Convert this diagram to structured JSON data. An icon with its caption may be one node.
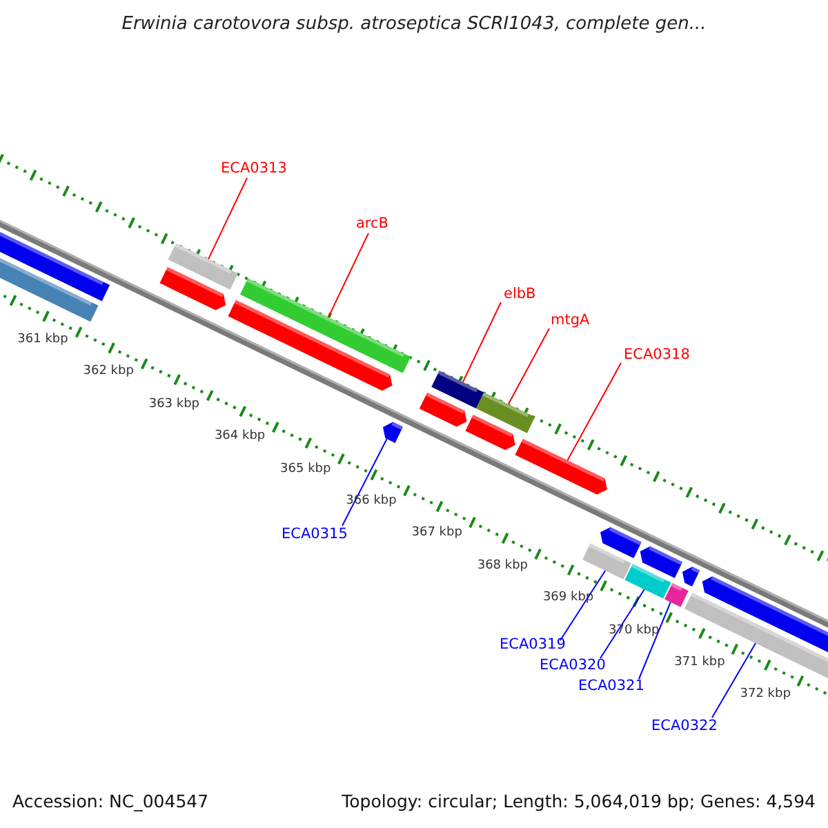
{
  "diagram": {
    "title": "Erwinia carotovora subsp. atroseptica SCRI1043, complete gen...",
    "nodes": [
      {
        "text": [
          "ECA0313"
        ]
      },
      {
        "text": [
          "arcB"
        ]
      },
      {
        "text": [
          "elbB"
        ]
      },
      {
        "text": [
          "mtgA"
        ]
      },
      {
        "text": [
          "ECA0318"
        ]
      },
      {
        "text": [
          "ECA0315"
        ]
      },
      {
        "text": [
          "ECA0319"
        ]
      },
      {
        "text": [
          "ECA0320"
        ]
      },
      {
        "text": [
          "ECA0321"
        ]
      },
      {
        "text": [
          "ECA0322"
        ]
      },
      {
        "text": [],
        "shape": "bar"
      },
      {
        "text": [],
        "shape": "bar"
      },
      {
        "text": [],
        "shape": "bar"
      },
      {
        "text": [],
        "shape": "arrow"
      },
      {
        "text": [],
        "shape": "arrow"
      },
      {
        "text": [],
        "shape": "bar"
      },
      {
        "text": [],
        "shape": "arrow"
      },
      {
        "text": [],
        "shape": "arrow"
      },
      {
        "text": [],
        "shape": "bar"
      },
      {
        "text": [],
        "shape": "bar"
      },
      {
        "text": [],
        "shape": "arrow"
      },
      {
        "text": [],
        "shape": "arrow"
      },
      {
        "text": [],
        "shape": "bar"
      },
      {
        "text": [],
        "shape": "arrow"
      },
      {
        "text": [],
        "shape": "bar"
      },
      {
        "text": [],
        "shape": "arrow"
      },
      {
        "text": [],
        "shape": "bar"
      },
      {
        "text": [],
        "shape": "arrow"
      },
      {
        "text": [],
        "shape": "bar"
      },
      {
        "text": [],
        "shape": "arrow"
      }
    ],
    "edges": [
      {
        "from": 0,
        "to": 12,
        "arrow": "none"
      },
      {
        "from": 1,
        "to": 15,
        "arrow": "none"
      },
      {
        "from": 2,
        "to": 18,
        "arrow": "none"
      },
      {
        "from": 3,
        "to": 19,
        "arrow": "none"
      },
      {
        "from": 4,
        "to": 21,
        "arrow": "none"
      },
      {
        "from": 5,
        "to": 16,
        "arrow": "none",
        "color": "#0000ff"
      },
      {
        "from": 6,
        "to": 22,
        "arrow": "none",
        "color": "#0000ff"
      },
      {
        "from": 7,
        "to": 24,
        "arrow": "none",
        "color": "#0000ff"
      },
      {
        "from": 8,
        "to": 26,
        "arrow": "none",
        "color": "#0000ff"
      },
      {
        "from": 9,
        "to": 28,
        "arrow": "none",
        "color": "#0000ff"
      }
    ],
    "labels": [
      "361 kbp",
      "362 kbp",
      "363 kbp",
      "364 kbp",
      "365 kbp",
      "366 kbp",
      "367 kbp",
      "368 kbp",
      "369 kbp",
      "370 kbp",
      "371 kbp",
      "372 kbp",
      "Accession: NC_004547",
      "Topology: circular; Length: 5,064,019 bp; Genes: 4,594"
    ]
  }
}
